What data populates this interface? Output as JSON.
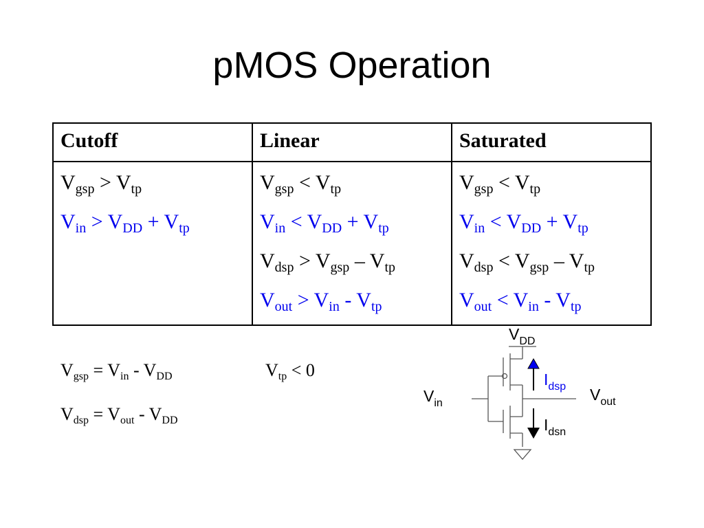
{
  "title": "pMOS Operation",
  "table": {
    "headers": [
      "Cutoff",
      "Linear",
      "Saturated"
    ],
    "columns": [
      [
        {
          "color": "black",
          "parts": [
            [
              "V",
              ""
            ],
            [
              "gsp",
              "sub"
            ],
            [
              " > V",
              ""
            ],
            [
              "tp",
              "sub"
            ]
          ]
        },
        {
          "color": "blue",
          "parts": [
            [
              "V",
              ""
            ],
            [
              "in",
              "sub"
            ],
            [
              " > V",
              ""
            ],
            [
              "DD",
              "sub"
            ],
            [
              " + V",
              ""
            ],
            [
              "tp",
              "sub"
            ]
          ]
        }
      ],
      [
        {
          "color": "black",
          "parts": [
            [
              "V",
              ""
            ],
            [
              "gsp",
              "sub"
            ],
            [
              " < V",
              ""
            ],
            [
              "tp",
              "sub"
            ]
          ]
        },
        {
          "color": "blue",
          "parts": [
            [
              "V",
              ""
            ],
            [
              "in",
              "sub"
            ],
            [
              " < V",
              ""
            ],
            [
              "DD",
              "sub"
            ],
            [
              " + V",
              ""
            ],
            [
              "tp",
              "sub"
            ]
          ]
        },
        {
          "color": "black",
          "parts": [
            [
              "V",
              ""
            ],
            [
              "dsp",
              "sub"
            ],
            [
              " > V",
              ""
            ],
            [
              "gsp",
              "sub"
            ],
            [
              " – V",
              ""
            ],
            [
              "tp",
              "sub"
            ]
          ]
        },
        {
          "color": "blue",
          "parts": [
            [
              "V",
              ""
            ],
            [
              "out",
              "sub"
            ],
            [
              " > V",
              ""
            ],
            [
              "in",
              "sub"
            ],
            [
              " - V",
              ""
            ],
            [
              "tp",
              "sub"
            ]
          ]
        }
      ],
      [
        {
          "color": "black",
          "parts": [
            [
              "V",
              ""
            ],
            [
              "gsp",
              "sub"
            ],
            [
              " < V",
              ""
            ],
            [
              "tp",
              "sub"
            ]
          ]
        },
        {
          "color": "blue",
          "parts": [
            [
              "V",
              ""
            ],
            [
              "in",
              "sub"
            ],
            [
              " < V",
              ""
            ],
            [
              "DD",
              "sub"
            ],
            [
              " + V",
              ""
            ],
            [
              "tp",
              "sub"
            ]
          ]
        },
        {
          "color": "black",
          "parts": [
            [
              "V",
              ""
            ],
            [
              "dsp",
              "sub"
            ],
            [
              " < V",
              ""
            ],
            [
              "gsp",
              "sub"
            ],
            [
              " – V",
              ""
            ],
            [
              "tp",
              "sub"
            ]
          ]
        },
        {
          "color": "blue",
          "parts": [
            [
              "V",
              ""
            ],
            [
              "out",
              "sub"
            ],
            [
              " < V",
              ""
            ],
            [
              "in",
              "sub"
            ],
            [
              " - V",
              ""
            ],
            [
              "tp",
              "sub"
            ]
          ]
        }
      ]
    ]
  },
  "equations": {
    "gsp": {
      "parts": [
        [
          "V",
          ""
        ],
        [
          "gsp",
          "sub"
        ],
        [
          " = V",
          ""
        ],
        [
          "in",
          "sub"
        ],
        [
          " - V",
          ""
        ],
        [
          "DD",
          "sub"
        ]
      ]
    },
    "dsp": {
      "parts": [
        [
          "V",
          ""
        ],
        [
          "dsp",
          "sub"
        ],
        [
          " = V",
          ""
        ],
        [
          "out",
          "sub"
        ],
        [
          " - V",
          ""
        ],
        [
          "DD",
          "sub"
        ]
      ]
    },
    "vtp": {
      "parts": [
        [
          "V",
          ""
        ],
        [
          "tp",
          "sub"
        ],
        [
          " < 0",
          ""
        ]
      ]
    }
  },
  "schematic": {
    "vdd": {
      "main": "V",
      "sub": "DD"
    },
    "vin": {
      "main": "V",
      "sub": "in"
    },
    "vout": {
      "main": "V",
      "sub": "out"
    },
    "idsp": {
      "main": "I",
      "sub": "dsp"
    },
    "idsn": {
      "main": "I",
      "sub": "dsn"
    }
  },
  "colors": {
    "accent_blue": "#0000ee",
    "text": "#000000",
    "line_gray": "#555555"
  }
}
